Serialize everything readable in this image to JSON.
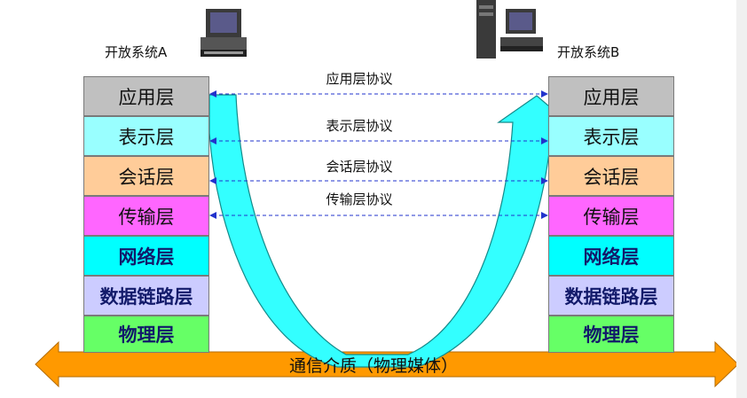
{
  "system_a": {
    "title": "开放系统A",
    "layers": [
      {
        "label": "应用层",
        "color": "#c0c0c0"
      },
      {
        "label": "表示层",
        "color": "#99ffff"
      },
      {
        "label": "会话层",
        "color": "#ffcc99"
      },
      {
        "label": "传输层",
        "color": "#ff66ff"
      },
      {
        "label": "网络层",
        "color": "#00ffff"
      },
      {
        "label": "数据链路层",
        "color": "#ccccff"
      },
      {
        "label": "物理层",
        "color": "#66ff66"
      }
    ]
  },
  "system_b": {
    "title": "开放系统B",
    "layers": [
      {
        "label": "应用层",
        "color": "#c0c0c0"
      },
      {
        "label": "表示层",
        "color": "#99ffff"
      },
      {
        "label": "会话层",
        "color": "#ffcc99"
      },
      {
        "label": "传输层",
        "color": "#ff66ff"
      },
      {
        "label": "网络层",
        "color": "#00ffff"
      },
      {
        "label": "数据链路层",
        "color": "#ccccff"
      },
      {
        "label": "物理层",
        "color": "#66ff66"
      }
    ]
  },
  "protocols": [
    "应用层协议",
    "表示层协议",
    "会话层协议",
    "传输层协议"
  ],
  "medium": {
    "label": "通信介质（物理媒体）",
    "color": "#ff9900"
  },
  "flow_color": "#33ffff",
  "protocol_line_color": "#2233cc",
  "icons": [
    "computer-icon",
    "tower-computer-icon"
  ]
}
